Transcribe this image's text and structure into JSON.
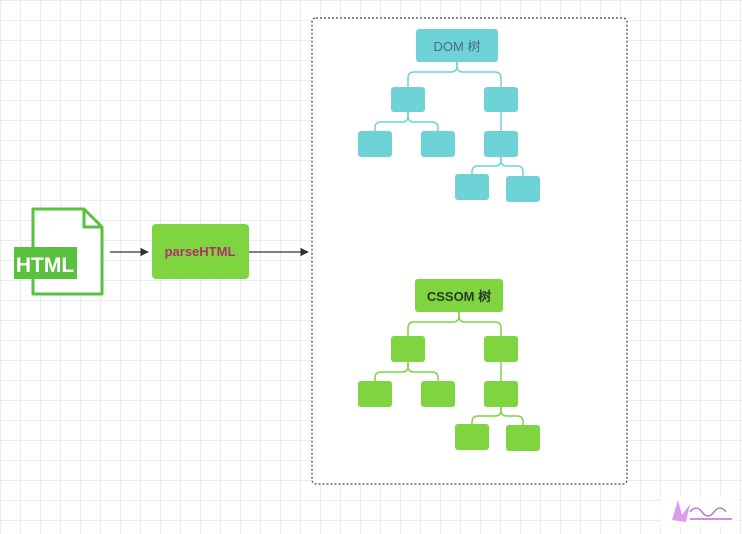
{
  "file_icon": {
    "label": "HTML",
    "color": "#59C13D"
  },
  "process": {
    "label": "parseHTML",
    "fill": "#7ED540",
    "text_color": "#B0306C"
  },
  "dom_tree": {
    "title": "DOM 树",
    "color": "#6DD3D6",
    "title_color": "#4A6A8A",
    "edge_color": "#6DD3D6"
  },
  "cssom_tree": {
    "title": "CSSOM 树",
    "color": "#7ED540",
    "title_color": "#2A3A2A",
    "edge_color": "#7ED540"
  },
  "arrow_color": "#333333",
  "container_border_color": "#444444"
}
